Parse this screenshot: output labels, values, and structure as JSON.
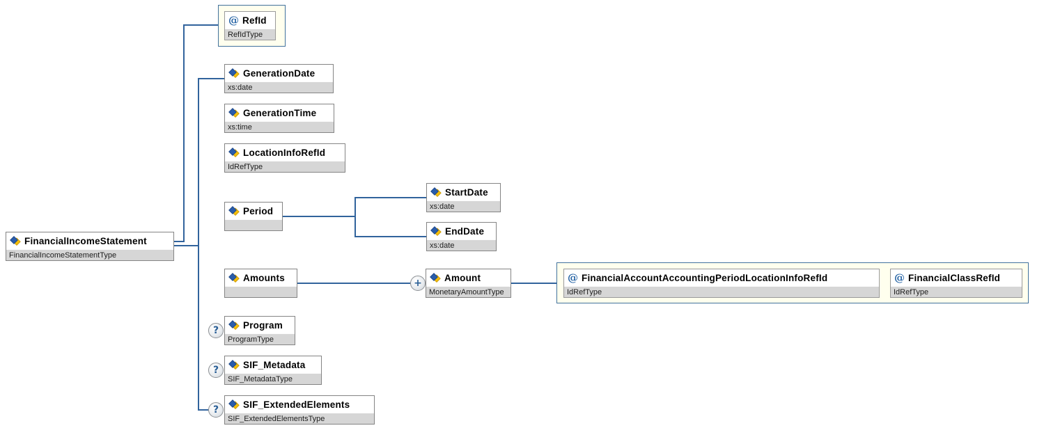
{
  "nodes": {
    "root": {
      "name": "FinancialIncomeStatement",
      "type": "FinancialIncomeStatementType"
    },
    "ref_id": {
      "name": "RefId",
      "type": "RefIdType"
    },
    "generation_date": {
      "name": "GenerationDate",
      "type": "xs:date"
    },
    "generation_time": {
      "name": "GenerationTime",
      "type": "xs:time"
    },
    "location_info_ref_id": {
      "name": "LocationInfoRefId",
      "type": "IdRefType"
    },
    "period": {
      "name": "Period",
      "type": ""
    },
    "start_date": {
      "name": "StartDate",
      "type": "xs:date"
    },
    "end_date": {
      "name": "EndDate",
      "type": "xs:date"
    },
    "amounts": {
      "name": "Amounts",
      "type": ""
    },
    "amount": {
      "name": "Amount",
      "type": "MonetaryAmountType"
    },
    "financial_account_accounting_period_location_info_ref_id": {
      "name": "FinancialAccountAccountingPeriodLocationInfoRefId",
      "type": "IdRefType"
    },
    "financial_class_ref_id": {
      "name": "FinancialClassRefId",
      "type": "IdRefType"
    },
    "program": {
      "name": "Program",
      "type": "ProgramType"
    },
    "sif_metadata": {
      "name": "SIF_Metadata",
      "type": "SIF_MetadataType"
    },
    "sif_extended_elements": {
      "name": "SIF_ExtendedElements",
      "type": "SIF_ExtendedElementsType"
    }
  },
  "badges": {
    "attribute_marker": "@",
    "optional_marker": "?",
    "repeat_marker": "+"
  },
  "colors": {
    "connector": "#31639C",
    "attribute_group_border": "#41719C",
    "attribute_group_fill": "#FFFFEE",
    "node_border": "#848484",
    "type_bar_fill": "#D6D6D6",
    "badge_glyph_blue": "#2A5F96",
    "element_icon_blue": "#2A5CAA",
    "element_icon_yellow": "#F5BE0A"
  }
}
